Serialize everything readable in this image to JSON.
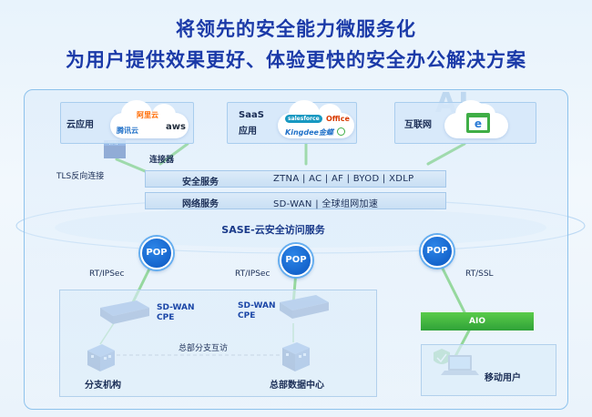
{
  "title": {
    "line1": "将领先的安全能力微服务化",
    "line2": "为用户提供效果更好、体验更快的安全办公解决方案"
  },
  "watermark": "AI",
  "top_categories": [
    {
      "label_line1": "云应用",
      "label_line2": "",
      "brands": [
        "阿里云",
        "腾讯云",
        "aws"
      ]
    },
    {
      "label_line1": "SaaS",
      "label_line2": "应用",
      "brands": [
        "salesforce",
        "Office",
        "Kingdee金蝶"
      ]
    },
    {
      "label_line1": "互联网",
      "label_line2": "",
      "brands": []
    }
  ],
  "vpn_label": "TLS反向连接",
  "connector_label": "连接器",
  "service_bars": [
    {
      "label": "安全服务",
      "text": "ZTNA | AC | AF | BYOD | XDLP"
    },
    {
      "label": "网络服务",
      "text": "SD-WAN | 全球组网加速"
    }
  ],
  "sase_label": "SASE-云安全访问服务",
  "pop_label": "POP",
  "links": [
    "RT/IPSec",
    "RT/IPSec",
    "RT/SSL"
  ],
  "cpe": [
    {
      "line1": "SD-WAN",
      "line2": "CPE"
    },
    {
      "line1": "SD-WAN",
      "line2": "CPE"
    }
  ],
  "interconnect_label": "总部分支互访",
  "branch_label": "分支机构",
  "hq_label": "总部数据中心",
  "aio_label": "AIO",
  "mobile_label": "移动用户",
  "colors": {
    "title": "#1b3aa8",
    "pop": "#0b56c0",
    "link_green": "#4fc24a",
    "aio": "#2fa238"
  }
}
